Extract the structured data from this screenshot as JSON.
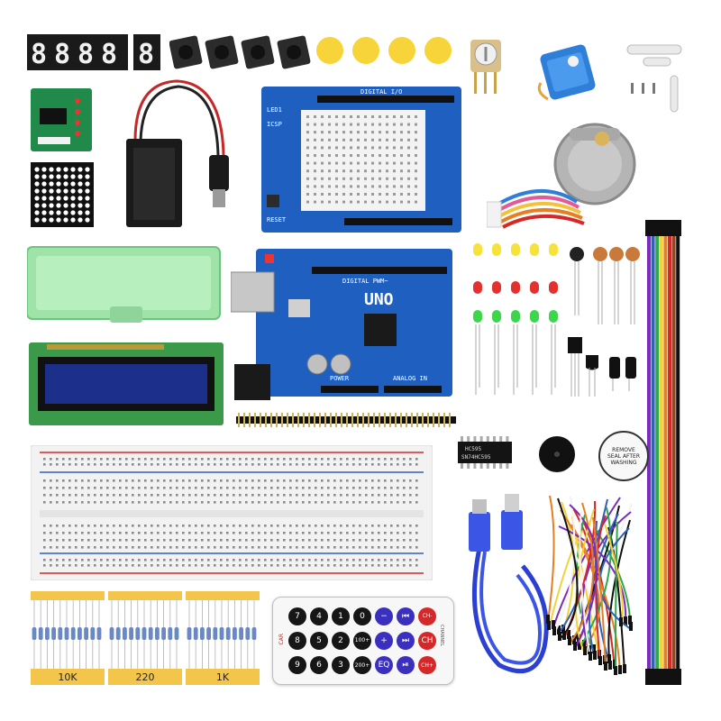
{
  "uno": {
    "brand": "UNO",
    "digital_label": "DIGITAL PWM~",
    "power_label": "POWER",
    "analog_label": "ANALOG IN"
  },
  "shield": {
    "digital_label": "DIGITAL I/O",
    "reset_label": "RESET",
    "icsp_label": "ICSP",
    "led_label": "LED1"
  },
  "chips": {
    "shift_register_top": "HC595",
    "shift_register_bottom": "SN74HC595"
  },
  "buzzer": {
    "sticker_text": "REMOVE SEAL AFTER WASHING"
  },
  "resistors": {
    "bag_labels": [
      "10K",
      "220",
      "1K"
    ]
  },
  "remote": {
    "keys": [
      [
        "7",
        "4",
        "1",
        "0",
        "−",
        "⏮",
        "CH-"
      ],
      [
        "8",
        "5",
        "2",
        "100+",
        "+",
        "⏭",
        "CH"
      ],
      [
        "9",
        "6",
        "3",
        "200+",
        "EQ",
        "⏯",
        "CH+"
      ]
    ],
    "side_label": "CHANNEL",
    "brand": "CAR"
  },
  "colors": {
    "board_blue": "#1f5fbf",
    "breadboard": "#f2f2f2",
    "case_green": "#9fe3a8",
    "lcd_blue": "#1c2f8a",
    "wire_red": "#d62828"
  }
}
